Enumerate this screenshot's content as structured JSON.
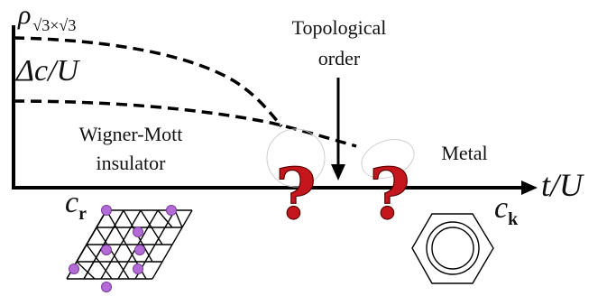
{
  "labels": {
    "yaxis_rho": "ρ",
    "yaxis_rho_sub": "√3×√3",
    "delta_label": "Δc/U",
    "xaxis": "t/U",
    "topological_order_line1": "Topological",
    "topological_order_line2": "order",
    "wigner_mott_line1": "Wigner-Mott",
    "wigner_mott_line2": "insulator",
    "metal": "Metal",
    "question_mark": "?",
    "c_r": "c",
    "c_r_sub": "r",
    "c_k": "c",
    "c_k_sub": "k"
  },
  "colors": {
    "axes": "#000000",
    "question_mark": "#c4161c",
    "lattice_site": "#b36bd6",
    "lattice_site_stroke": "#7a3a9e"
  },
  "icons": {
    "real_space": "triangular-lattice-icon",
    "momentum_space": "hexagon-fermi-surface-icon"
  }
}
